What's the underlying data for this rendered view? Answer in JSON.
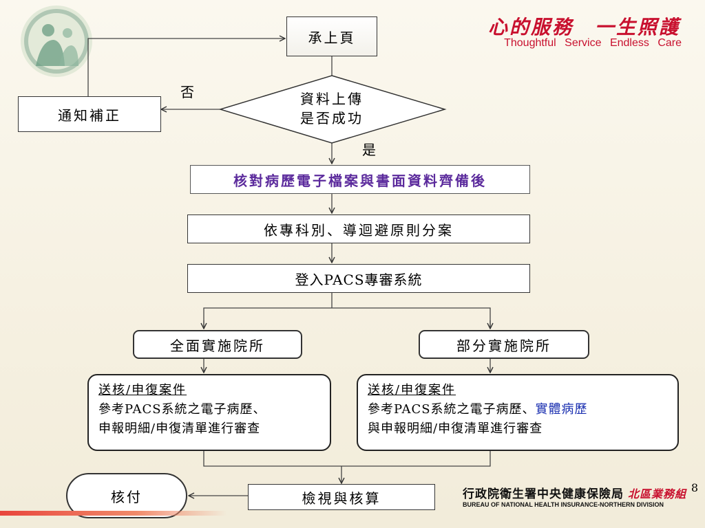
{
  "tagline": {
    "zh": "心的服務　一生照護",
    "en": "Thoughtful Service Endless Care"
  },
  "org": {
    "name_zh": "行政院衛生署中央健康保險局",
    "division_zh": "北區業務組",
    "name_en": "BUREAU OF NATIONAL HEALTH INSURANCE-NORTHERN DIVISION"
  },
  "page_number": "8",
  "flow": {
    "continue_from_prev": "承上頁",
    "decision": {
      "line1": "資料上傳",
      "line2": "是否成功"
    },
    "label_no": "否",
    "label_yes": "是",
    "notify_correction": "通知補正",
    "verify_records": "核對病歷電子檔案與書面資料齊備後",
    "assign_cases": "依專科別、導迴避原則分案",
    "login_pacs": "登入PACS專審系統",
    "full_impl": "全面實施院所",
    "partial_impl": "部分實施院所",
    "full_note": {
      "title": "送核/申復案件",
      "line1": "參考PACS系統之電子病歷、",
      "line2": "申報明細/申復清單進行審查"
    },
    "partial_note": {
      "title": "送核/申復案件",
      "line1_a": "參考PACS系統之電子病歷、",
      "line1_b": "實體病歷",
      "line2": "與申報明細/申復清單進行審查"
    },
    "review_calc": "檢視與核算",
    "approve_pay": "核付"
  }
}
